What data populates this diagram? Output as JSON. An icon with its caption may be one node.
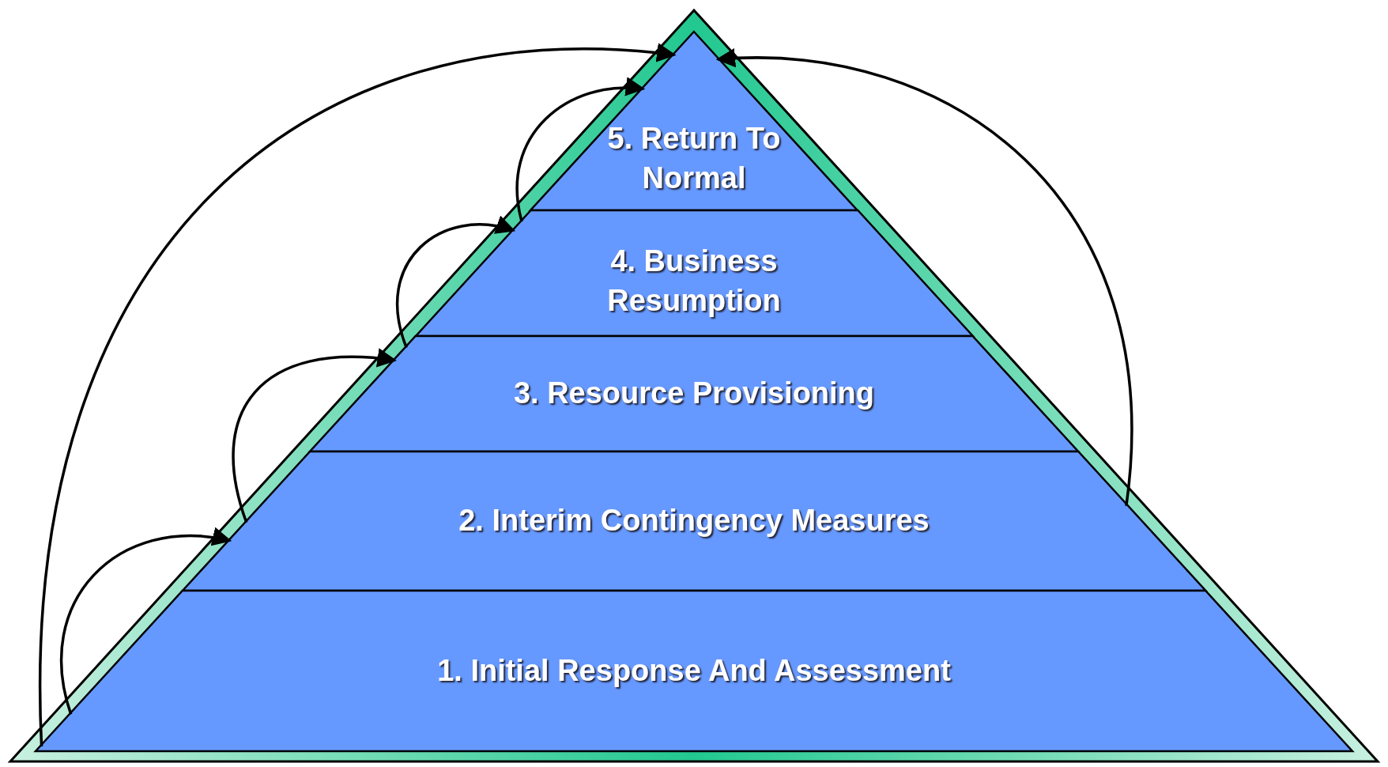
{
  "diagram": {
    "nodes": [
      {
        "text": [
          "5. Return To Normal"
        ]
      },
      {
        "text": [
          "4. Business Resumption"
        ]
      },
      {
        "text": [
          "3. Resource Provisioning"
        ]
      },
      {
        "text": [
          "2. Interim Contingency Measures"
        ]
      },
      {
        "text": [
          "1. Initial Response And Assessment"
        ]
      }
    ],
    "edges": [
      {
        "from": 4,
        "to": 3,
        "arrow": "to"
      },
      {
        "from": 3,
        "to": 2,
        "arrow": "to"
      },
      {
        "from": 2,
        "to": 1,
        "arrow": "to"
      },
      {
        "from": 1,
        "to": 0,
        "arrow": "to"
      },
      {
        "from": 4,
        "to": 0,
        "arrow": "to"
      },
      {
        "from": 3,
        "to": 0,
        "arrow": "to"
      }
    ]
  }
}
